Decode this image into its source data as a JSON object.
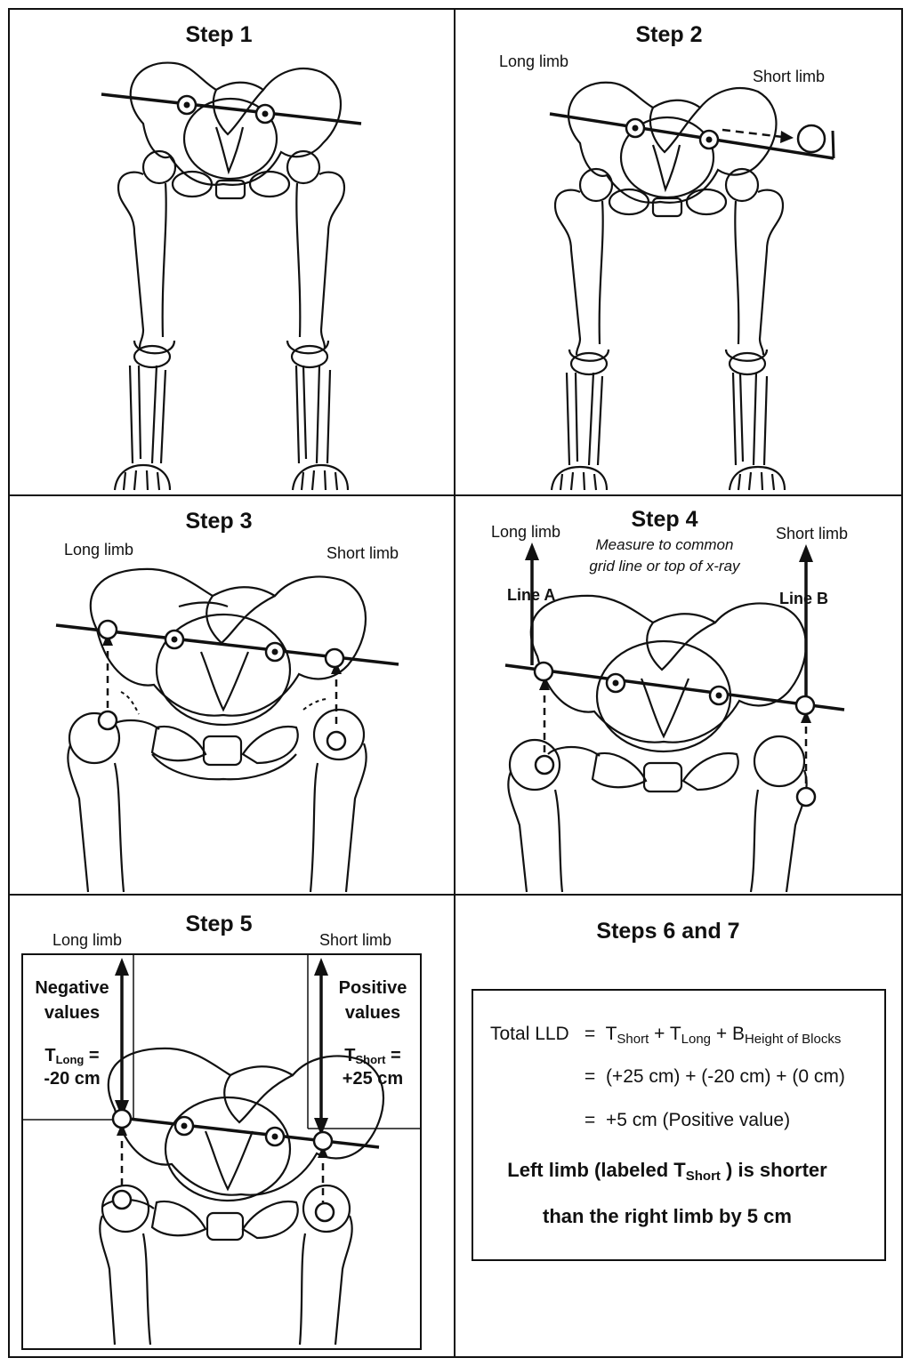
{
  "step1": {
    "title": "Step 1"
  },
  "step2": {
    "title": "Step 2",
    "long_label": "Long limb",
    "short_label": "Short limb"
  },
  "step3": {
    "title": "Step 3",
    "long_label": "Long limb",
    "short_label": "Short limb"
  },
  "step4": {
    "title": "Step 4",
    "long_label": "Long limb",
    "short_label": "Short limb",
    "note_line1": "Measure to common",
    "note_line2": "grid line or top of x-ray",
    "line_a": "Line A",
    "line_b": "Line B"
  },
  "step5": {
    "title": "Step 5",
    "long_label": "Long limb",
    "short_label": "Short limb",
    "neg_line1": "Negative",
    "neg_line2": "values",
    "pos_line1": "Positive",
    "pos_line2": "values",
    "t_letter": "T",
    "t_long_sub": "Long",
    "t_long_eq": " =",
    "t_long_value": "-20 cm",
    "t_short_sub": "Short",
    "t_short_eq": " =",
    "t_short_value": "+25 cm"
  },
  "step67": {
    "title": "Steps 6 and 7",
    "eq_label": "Total LLD",
    "eq_sign": "=",
    "t": "T",
    "b": "B",
    "sub_short": "Short",
    "sub_long": "Long",
    "sub_blocks": "Height of Blocks",
    "plus": " + ",
    "line2": "(+25 cm) + (-20 cm) + (0 cm)",
    "line3": "+5 cm (Positive value)",
    "concl1_pre": "Left limb (labeled T",
    "concl1_sub": "Short",
    "concl1_post": " ) is shorter",
    "concl2": "than the right limb by 5 cm"
  }
}
